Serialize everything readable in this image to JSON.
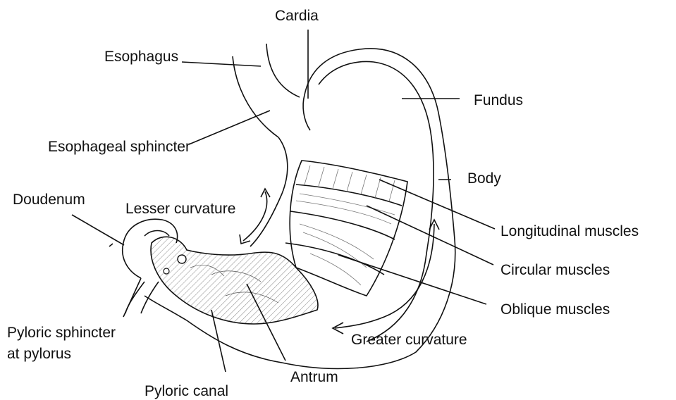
{
  "labels": {
    "cardia": "Cardia",
    "esophagus": "Esophagus",
    "fundus": "Fundus",
    "esophageal_sphincter": "Esophageal sphincter",
    "body": "Body",
    "doudenum": "Doudenum",
    "lesser_curvature": "Lesser curvature",
    "longitudinal_muscles": "Longitudinal muscles",
    "circular_muscles": "Circular muscles",
    "oblique_muscles": "Oblique muscles",
    "pyloric_sphincter_line1": "Pyloric sphincter",
    "pyloric_sphincter_line2": "at pylorus",
    "greater_curvature": "Greater curvature",
    "antrum": "Antrum",
    "pyloric_canal": "Pyloric canal"
  },
  "colors": {
    "line": "#111111",
    "background": "#ffffff"
  }
}
